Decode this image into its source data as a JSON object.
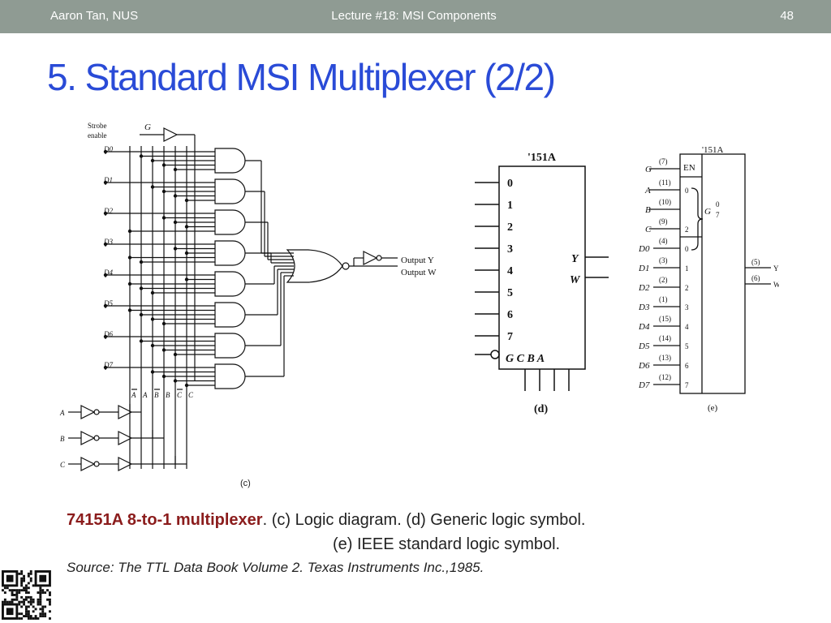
{
  "header": {
    "author": "Aaron Tan, NUS",
    "lecture": "Lecture #18: MSI Components",
    "page": "48"
  },
  "title": "5. Standard MSI Multiplexer (2/2)",
  "figure_c": {
    "strobe_label_1": "Strobe",
    "strobe_label_2": "enable",
    "strobe_signal": "G",
    "data_inputs": [
      "D0",
      "D1",
      "D2",
      "D3",
      "D4",
      "D5",
      "D6",
      "D7"
    ],
    "select_inputs": [
      "A",
      "B",
      "C"
    ],
    "rail_labels": [
      "A",
      "A",
      "B",
      "B",
      "C",
      "C"
    ],
    "output_y": "Output Y",
    "output_w": "Output W",
    "label": "(c)"
  },
  "figure_d": {
    "chip": "'151A",
    "inputs": [
      "0",
      "1",
      "2",
      "3",
      "4",
      "5",
      "6",
      "7"
    ],
    "bottom_labels": "G C B A",
    "out_y": "Y",
    "out_w": "W",
    "label": "(d)"
  },
  "figure_e": {
    "chip": "'151A",
    "en": "EN",
    "g_label": "G",
    "g_frac_top": "0",
    "g_frac_bot": "7",
    "select_pins": [
      "(7)",
      "(11)",
      "(10)",
      "(9)"
    ],
    "left_inputs": [
      "G",
      "A",
      "B",
      "C"
    ],
    "inner_sel": [
      "0",
      "",
      "2"
    ],
    "data_pins": [
      "(4)",
      "(3)",
      "(2)",
      "(1)",
      "(15)",
      "(14)",
      "(13)",
      "(12)"
    ],
    "data_inputs": [
      "D0",
      "D1",
      "D2",
      "D3",
      "D4",
      "D5",
      "D6",
      "D7"
    ],
    "inner_data": [
      "0",
      "1",
      "2",
      "3",
      "4",
      "5",
      "6",
      "7"
    ],
    "out_pins": [
      "(5)",
      "(6)"
    ],
    "out_labels": [
      "Y",
      "W"
    ],
    "label": "(e)"
  },
  "caption": {
    "bold": "74151A 8-to-1 multiplexer",
    "rest": ". (c) Logic diagram. (d) Generic logic symbol.",
    "line2": "(e) IEEE standard logic symbol.",
    "source": "Source: The TTL Data Book Volume 2. Texas Instruments Inc.,1985."
  }
}
